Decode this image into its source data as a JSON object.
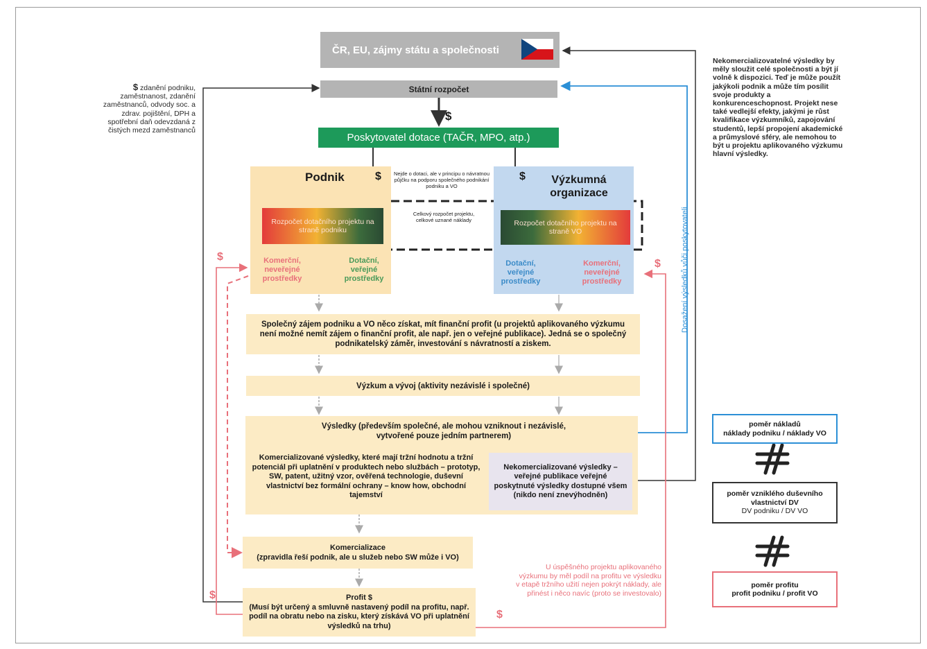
{
  "top": {
    "state_label": "ČR, EU, zájmy státu a společnosti",
    "collection_label": "Státní rozpočet",
    "dollar_mid": "$",
    "provider_label": "Poskytovatel dotace (TAČR, MPO, atp.)"
  },
  "left_note": {
    "dollar": "$",
    "text": "zdanění podniku, zaměstnanost, zdanění zaměstnanců, odvody soc. a zdrav. pojištění, DPH a spotřební daň odevzdaná z čistých mezd zaměstnanců"
  },
  "right_note": {
    "text": "Nekomercializovatelné výsledky by měly sloužit celé společnosti a být jí volně k dispozici. Teď je může použít jakýkoli podnik a může tím posílit svoje produkty a konkurenceschopnost. Projekt nese také vedlejší efekty, jakými je růst kvalifikace výzkumníků, zapojování studentů, lepší propojení akademické a průmyslové sféry, ale nemohou to být u projektu aplikovaného výzkumu hlavní výsledky."
  },
  "company": {
    "title": "Podnik",
    "dollar": "$",
    "budget": "Rozpočet dotačního projektu na straně podniku",
    "commercial": "Komerční, neveřejné prostředky",
    "subsidy": "Dotační, veřejné prostředky"
  },
  "research_org": {
    "title": "Výzkumná organizace",
    "dollar": "$",
    "budget": "Rozpočet dotačního projektu na straně VO",
    "subsidy": "Dotační, veřejné prostředky",
    "commercial": "Komerční, neveřejné prostředky"
  },
  "center_notes": {
    "loan": "Nejde o dotaci, ale v principu o návratnou půjčku na podporu společného podnikání podniku a VO",
    "total": "Celkový rozpočet projektu, celkové uznané náklady"
  },
  "flow": {
    "common_interest_bold": "Společný zájem podniku a VO něco získat, mít finanční profit",
    "common_interest_rest": "(u projektů aplikovaného výzkumu není možné nemít zájem o finanční profit, ale např. jen o veřejné publikace). Jedná se o společný podnikatelský záměr, investování s návratností a ziskem.",
    "rnd_bold": "Výzkum a vývoj",
    "rnd_rest": "(aktivity nezávislé i společné)",
    "results_bold": "Výsledky",
    "results_rest": "(především společné, ale mohou vzniknout i nezávislé, vytvořené pouze jedním partnerem)",
    "commercial_results": "Komercializované výsledky, které mají tržní hodnotu a tržní potenciál při uplatnění v produktech nebo službách – prototyp, SW, patent, užitný vzor, ověřená technologie, duševní vlastnictví bez formální ochrany – know how, obchodní tajemství",
    "noncommercial_results": "Nekomercializované výsledky – veřejné publikace veřejné poskytnuté výsledky dostupné všem (nikdo není znevýhodněn)",
    "commercialization_title": "Komercializace",
    "commercialization_text": "(zpravidla řeší podnik, ale u služeb nebo SW může i VO)",
    "profit_title": "Profit $",
    "profit_text": "(Musí být určený a smluvně nastavený podíl na profitu, např. podíl na obratu nebo na zisku, který získává VO při uplatnění výsledků na trhu)"
  },
  "vertical_label": "Dosažení výsledků vůči poskytovateli",
  "pink_note": "U úspěšného projektu aplikovaného výzkumu by měl podíl na profitu ve výsledku v etapě tržního užití nejen pokrýt náklady, ale přinést i něco navíc (proto se investovalo)",
  "dollars": {
    "d1": "$",
    "d2": "$",
    "d3": "$",
    "d4": "$"
  },
  "ratios": {
    "cost_title": "poměr nákladů",
    "cost_sub": "náklady podniku / náklady VO",
    "ip_title": "poměr vzniklého duševního vlastnictví DV",
    "ip_sub": "DV podniku / DV VO",
    "profit_title": "poměr profitu",
    "profit_sub": "profit podniku / profit VO"
  },
  "colors": {
    "provider_green": "#1d9a5a",
    "blue": "#2b8fd6",
    "pink": "#e8707a",
    "dark": "#333333"
  }
}
